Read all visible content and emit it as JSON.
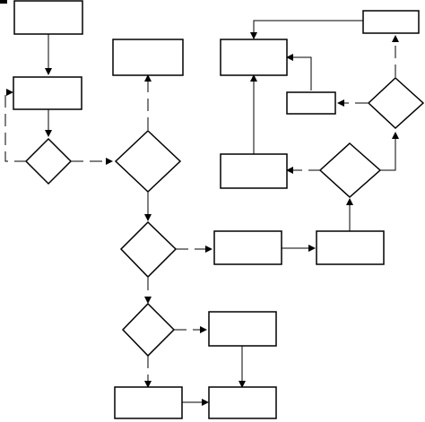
{
  "diagram": {
    "type": "flowchart",
    "stroke_color": "#000000",
    "fill_color": "#ffffff",
    "background_color": "#ffffff",
    "nodes": [
      {
        "id": "box-start",
        "shape": "process",
        "label": ""
      },
      {
        "id": "box-step-1",
        "shape": "process",
        "label": ""
      },
      {
        "id": "decision-1",
        "shape": "decision",
        "label": ""
      },
      {
        "id": "decision-2",
        "shape": "decision",
        "label": ""
      },
      {
        "id": "box-top-middle",
        "shape": "process",
        "label": ""
      },
      {
        "id": "decision-3",
        "shape": "decision",
        "label": ""
      },
      {
        "id": "decision-4",
        "shape": "decision",
        "label": ""
      },
      {
        "id": "box-bottom-left",
        "shape": "process",
        "label": ""
      },
      {
        "id": "box-bottom-right",
        "shape": "process",
        "label": ""
      },
      {
        "id": "box-mid-right-a",
        "shape": "process",
        "label": ""
      },
      {
        "id": "box-mid-right-b",
        "shape": "process",
        "label": ""
      },
      {
        "id": "box-right-upper",
        "shape": "process",
        "label": ""
      },
      {
        "id": "box-top-right",
        "shape": "process",
        "label": ""
      },
      {
        "id": "box-right-lower-left",
        "shape": "process",
        "label": ""
      },
      {
        "id": "box-small-right",
        "shape": "process",
        "label": ""
      },
      {
        "id": "box-far-top-right",
        "shape": "process",
        "label": ""
      },
      {
        "id": "decision-right-lower",
        "shape": "decision",
        "label": ""
      },
      {
        "id": "decision-right-upper",
        "shape": "decision",
        "label": ""
      }
    ],
    "edges": [
      {
        "from": "box-start",
        "to": "box-step-1",
        "style": "solid"
      },
      {
        "from": "box-step-1",
        "to": "decision-1",
        "style": "solid"
      },
      {
        "from": "decision-1",
        "to": "box-step-1",
        "style": "dashed"
      },
      {
        "from": "decision-1",
        "to": "decision-2",
        "style": "dashed"
      },
      {
        "from": "decision-2",
        "to": "box-top-middle",
        "style": "dashed"
      },
      {
        "from": "decision-2",
        "to": "decision-3",
        "style": "solid"
      },
      {
        "from": "decision-3",
        "to": "box-mid-right-a",
        "style": "dashed"
      },
      {
        "from": "decision-3",
        "to": "decision-4",
        "style": "dashed"
      },
      {
        "from": "decision-4",
        "to": "box-bottom-left",
        "style": "dashed"
      },
      {
        "from": "decision-4",
        "to": "box-bottom-right",
        "style": "dashed"
      },
      {
        "from": "box-bottom-right-upper",
        "to": "box-bottom-right",
        "style": "solid"
      },
      {
        "from": "box-bottom-left",
        "to": "box-bottom-right",
        "style": "solid"
      },
      {
        "from": "box-mid-right-a",
        "to": "box-mid-right-b",
        "style": "solid"
      },
      {
        "from": "box-mid-right-b",
        "to": "decision-right-lower",
        "style": "solid"
      },
      {
        "from": "decision-right-lower",
        "to": "box-right-lower-left",
        "style": "dashed"
      },
      {
        "from": "decision-right-lower",
        "to": "decision-right-upper",
        "style": "solid"
      },
      {
        "from": "box-right-lower-left",
        "to": "box-right-upper",
        "style": "solid"
      },
      {
        "from": "decision-right-upper",
        "to": "box-small-right",
        "style": "dashed"
      },
      {
        "from": "decision-right-upper",
        "to": "box-far-top-right",
        "style": "dashed"
      },
      {
        "from": "box-small-right",
        "to": "box-right-upper",
        "style": "solid"
      },
      {
        "from": "box-far-top-right",
        "to": "box-right-upper",
        "style": "solid"
      }
    ]
  }
}
